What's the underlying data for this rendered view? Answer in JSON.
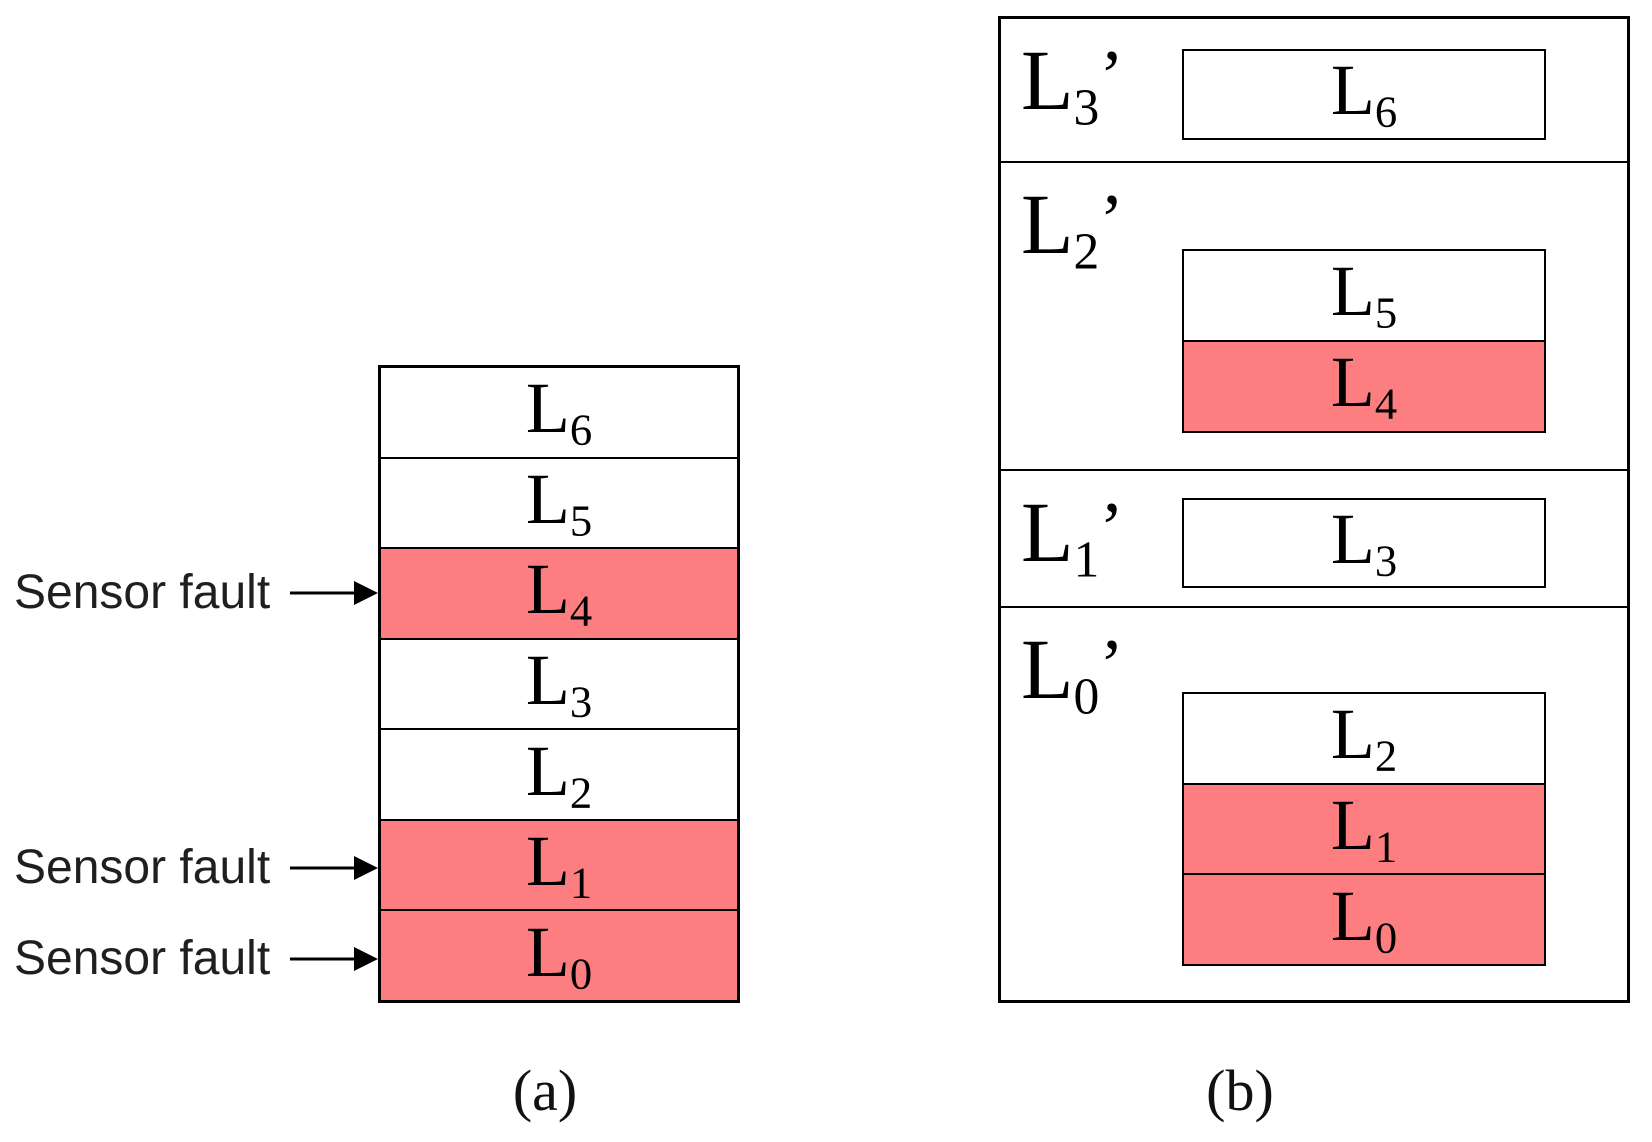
{
  "figure": {
    "colors": {
      "fault_fill": "#FC7E80",
      "normal_fill": "#FFFFFF",
      "line": "#000000",
      "annotation_text": "#1F1F1F"
    },
    "panel_a": {
      "caption": "(a)",
      "layers": [
        {
          "base": "L",
          "sub": "6",
          "fault": false
        },
        {
          "base": "L",
          "sub": "5",
          "fault": false
        },
        {
          "base": "L",
          "sub": "4",
          "fault": true
        },
        {
          "base": "L",
          "sub": "3",
          "fault": false
        },
        {
          "base": "L",
          "sub": "2",
          "fault": false
        },
        {
          "base": "L",
          "sub": "1",
          "fault": true
        },
        {
          "base": "L",
          "sub": "0",
          "fault": true
        }
      ],
      "annotations": [
        {
          "text": "Sensor fault",
          "target": "L4"
        },
        {
          "text": "Sensor fault",
          "target": "L1"
        },
        {
          "text": "Sensor fault",
          "target": "L0"
        }
      ]
    },
    "panel_b": {
      "caption": "(b)",
      "sections": [
        {
          "label": {
            "base": "L",
            "sub": "3",
            "prime": "’"
          },
          "layers": [
            {
              "base": "L",
              "sub": "6",
              "fault": false
            }
          ]
        },
        {
          "label": {
            "base": "L",
            "sub": "2",
            "prime": "’"
          },
          "layers": [
            {
              "base": "L",
              "sub": "5",
              "fault": false
            },
            {
              "base": "L",
              "sub": "4",
              "fault": true
            }
          ]
        },
        {
          "label": {
            "base": "L",
            "sub": "1",
            "prime": "’"
          },
          "layers": [
            {
              "base": "L",
              "sub": "3",
              "fault": false
            }
          ]
        },
        {
          "label": {
            "base": "L",
            "sub": "0",
            "prime": "’"
          },
          "layers": [
            {
              "base": "L",
              "sub": "2",
              "fault": false
            },
            {
              "base": "L",
              "sub": "1",
              "fault": true
            },
            {
              "base": "L",
              "sub": "0",
              "fault": true
            }
          ]
        }
      ]
    }
  }
}
